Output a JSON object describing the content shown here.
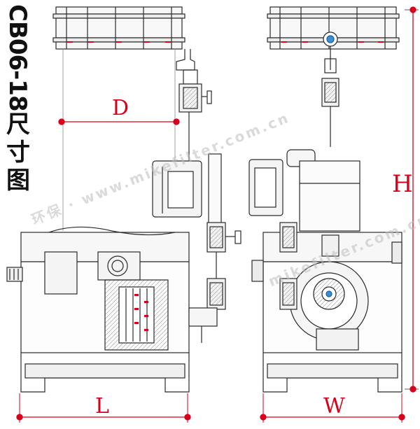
{
  "title": {
    "model": "CB06-18",
    "suffix": "尺寸图"
  },
  "dimensions": {
    "d_label": "D",
    "h_label": "H",
    "l_label": "L",
    "w_label": "W"
  },
  "watermark": {
    "text": "环保 · www.mikefilter.com.cn",
    "text2": "mikefilter.com.cn"
  },
  "colors": {
    "line": "#2a2a2a",
    "dimension": "#d8001a",
    "panel": "#f4f4f4"
  }
}
